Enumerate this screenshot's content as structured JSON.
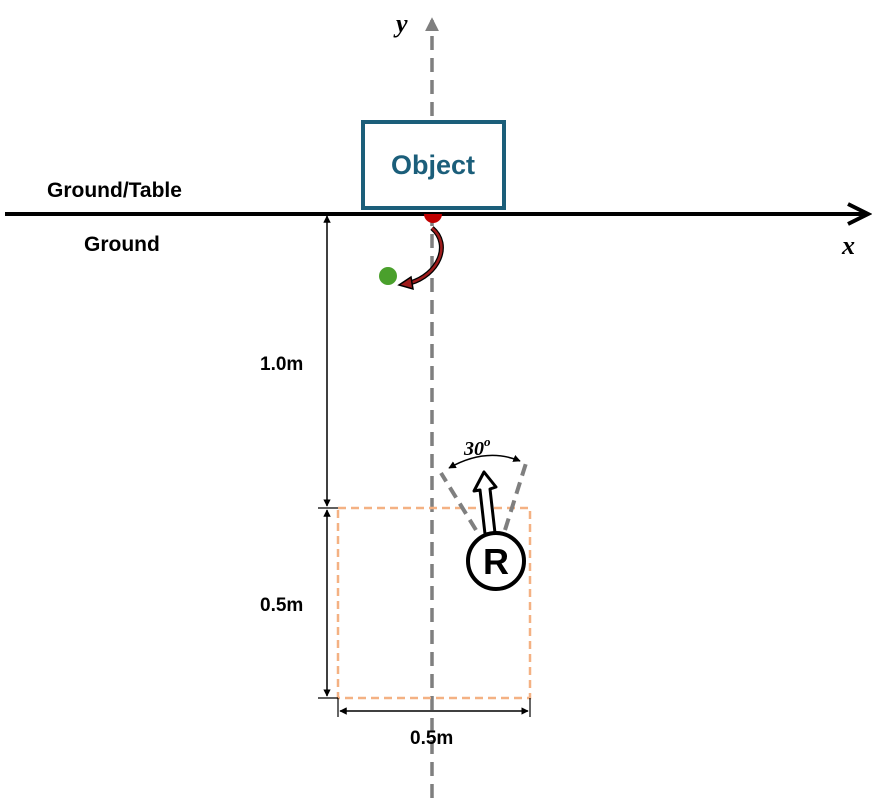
{
  "axes": {
    "x_label": "x",
    "y_label": "y"
  },
  "surface_labels": {
    "upper": "Ground/Table",
    "lower": "Ground"
  },
  "object": {
    "label": "Object"
  },
  "dimensions": {
    "distance_label": "1.0m",
    "region_height_label": "0.5m",
    "region_width_label": "0.5m"
  },
  "robot": {
    "label": "R",
    "fov_label": "30",
    "fov_unit": "o"
  },
  "colors": {
    "object_border": "#1b5e7a",
    "object_text": "#1b5e7a",
    "red_point": "#c00000",
    "green_point": "#4aa02c",
    "region_border": "#f4b183",
    "dashed_axis": "#7f7f7f"
  }
}
